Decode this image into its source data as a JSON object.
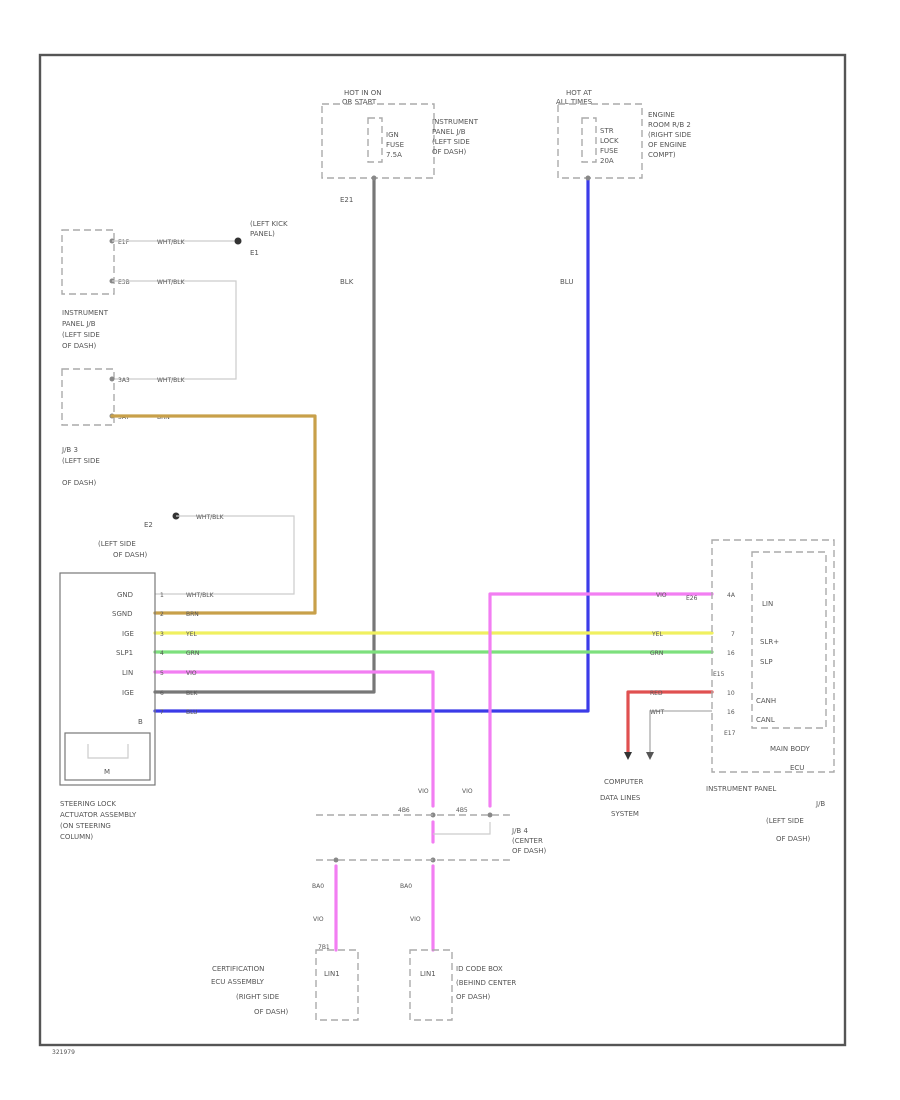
{
  "colors": {
    "frame": "#555555",
    "BLK": "#777777",
    "BLU": "#3b3be8",
    "YEL": "#f0f060",
    "GRN": "#7de07d",
    "VIO": "#f27ef2",
    "BRN": "#c8a04a",
    "RED": "#e05050",
    "WHT": "#bbbbbb",
    "WHT_BLK": "#c9c9c9"
  },
  "power_left": {
    "source": [
      "HOT IN ON",
      "OR START"
    ],
    "fuse": [
      "IGN",
      "FUSE",
      "7.5A"
    ],
    "location": [
      "INSTRUMENT",
      "PANEL J/B",
      "(LEFT SIDE",
      "OF DASH)"
    ],
    "connector": "E21",
    "wire_color": "BLK"
  },
  "power_right": {
    "source": [
      "HOT AT",
      "ALL TIMES"
    ],
    "fuse": [
      "STR",
      "LOCK",
      "FUSE",
      "20A"
    ],
    "location": [
      "ENGINE",
      "ROOM R/B 2",
      "(RIGHT SIDE",
      "OF ENGINE",
      "COMPT)"
    ],
    "wire_color": "BLU"
  },
  "ground_e1": {
    "pins": [
      "E1F",
      "E3B"
    ],
    "wire_label": "WHT/BLK",
    "ground_label": [
      "(LEFT KICK",
      "PANEL)",
      "E1"
    ],
    "jb_label": [
      "INSTRUMENT",
      "PANEL J/B",
      "(LEFT SIDE",
      "OF DASH)"
    ]
  },
  "jb3": {
    "pins": [
      "3A3",
      "3A7"
    ],
    "wire_labels": [
      "WHT/BLK",
      "BRN"
    ],
    "label": [
      "J/B 3",
      "(LEFT SIDE",
      "OF DASH)"
    ]
  },
  "ground_e2": {
    "label": [
      "E2",
      "(LEFT SIDE",
      "OF DASH)"
    ],
    "wire_label": "WHT/BLK"
  },
  "steering_lock": {
    "pins": [
      {
        "name": "GND",
        "num": "1",
        "wire": "WHT/BLK"
      },
      {
        "name": "SGND",
        "num": "2",
        "wire": "BRN"
      },
      {
        "name": "IGE",
        "num": "3",
        "wire": "YEL"
      },
      {
        "name": "SLP1",
        "num": "4",
        "wire": "GRN"
      },
      {
        "name": "LIN",
        "num": "5",
        "wire": "VIO"
      },
      {
        "name": "IGE",
        "num": "6",
        "wire": "BLK"
      },
      {
        "name": "B",
        "num": "7",
        "wire": "BLU"
      }
    ],
    "motor": "M",
    "label": [
      "STEERING LOCK",
      "ACTUATOR ASSEMBLY",
      "(ON STEERING",
      "COLUMN)"
    ]
  },
  "main_body": {
    "pins": [
      {
        "name": "LIN",
        "num": "4A"
      },
      {
        "name": "SLR+",
        "num": "7"
      },
      {
        "name": "SLP",
        "num": "16"
      },
      {
        "name": "CANH",
        "num": "10"
      },
      {
        "name": "CANL",
        "num": "16"
      }
    ],
    "wire_labels": [
      "VIO",
      "E26",
      "YEL",
      "GRN",
      "E15",
      "RED",
      "WHT",
      "E17"
    ],
    "title": [
      "MAIN BODY",
      "ECU"
    ],
    "label": [
      "INSTRUMENT PANEL",
      "J/B",
      "(LEFT SIDE",
      "OF DASH)"
    ]
  },
  "computer_data": [
    "COMPUTER",
    "DATA LINES",
    "SYSTEM"
  ],
  "jb4": {
    "pins": [
      "4B6",
      "4B5"
    ],
    "label": [
      "J/B 4",
      "(CENTER",
      "OF DASH)"
    ]
  },
  "certification_ecu": {
    "wire_labels": [
      "VIO",
      "BA0",
      "VIO"
    ],
    "pin": "7B1",
    "name": "LIN1",
    "label": [
      "CERTIFICATION",
      "ECU ASSEMBLY",
      "(RIGHT SIDE",
      "OF DASH)"
    ]
  },
  "id_code_box": {
    "wire_labels": [
      "VIO",
      "BA0",
      "VIO"
    ],
    "name": "LIN1",
    "label": [
      "ID CODE BOX",
      "(BEHIND CENTER",
      "OF DASH)"
    ]
  },
  "footer_id": "321979"
}
